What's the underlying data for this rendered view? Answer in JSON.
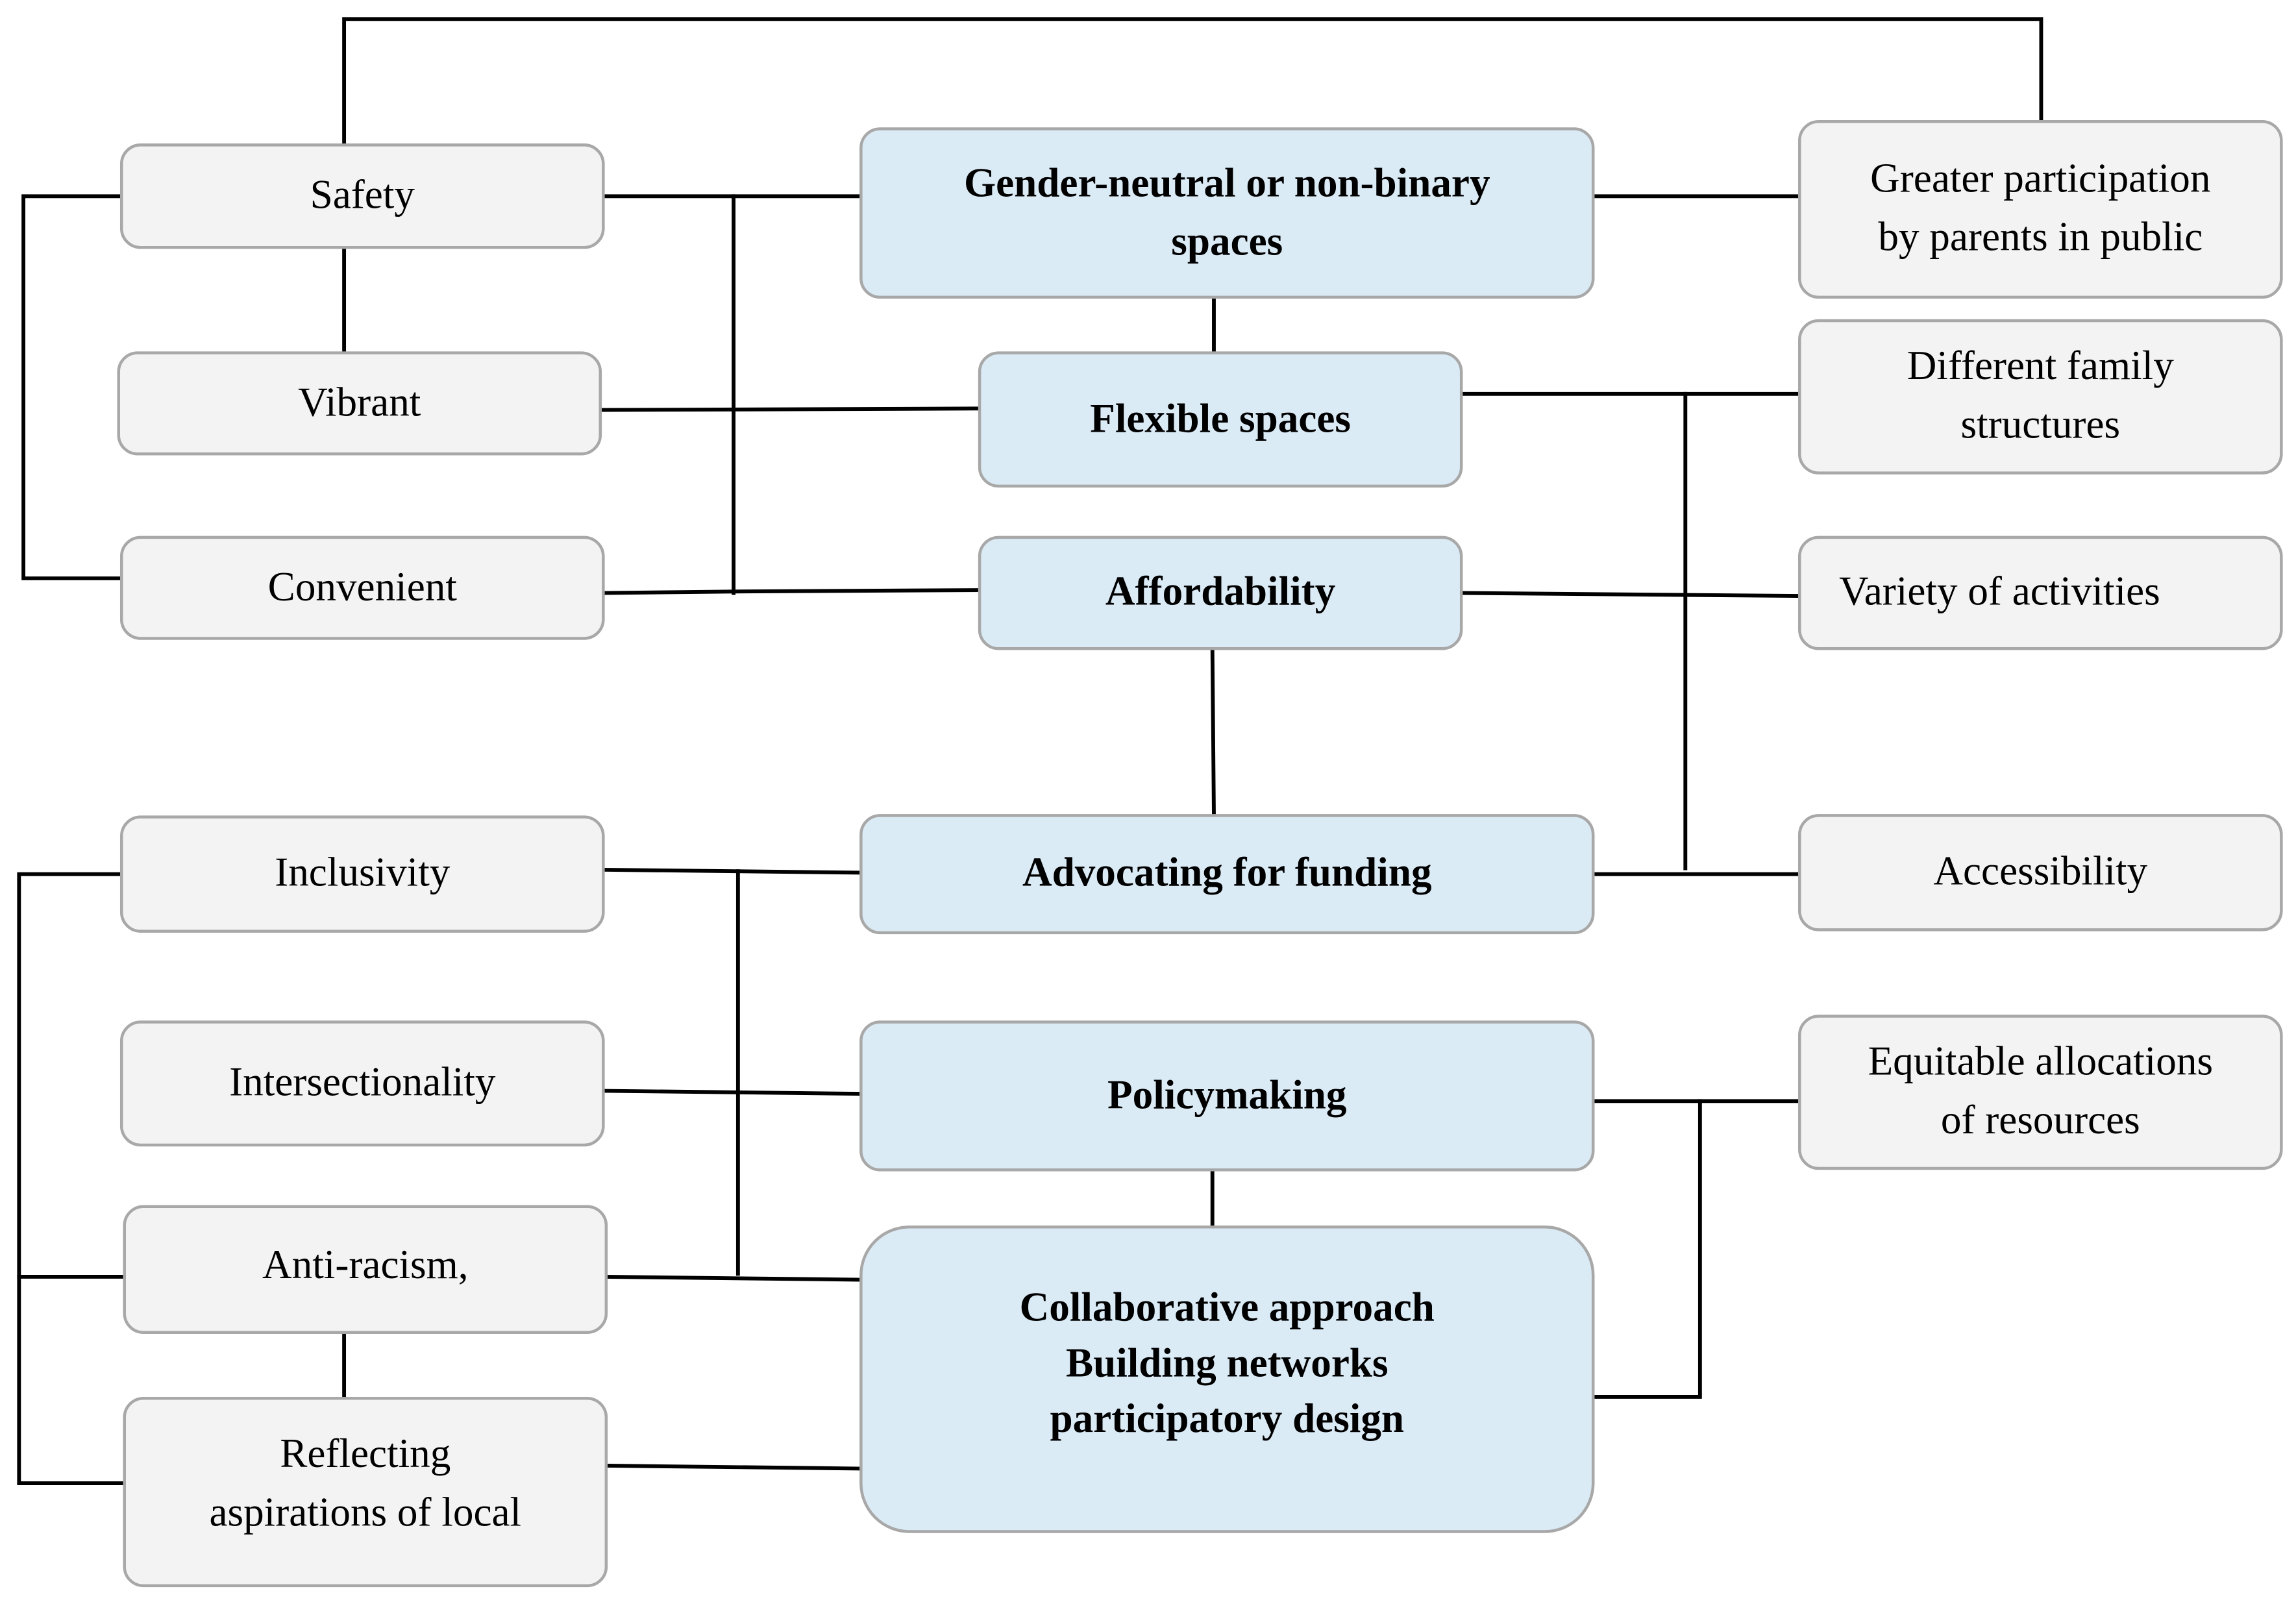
{
  "nodes": {
    "safety": "Safety",
    "vibrant": "Vibrant",
    "convenient": "Convenient",
    "inclusivity": "Inclusivity",
    "intersectionality": "Intersectionality",
    "anti_racism": "Anti-racism,",
    "reflecting": "Reflecting\naspirations of local",
    "gender_neutral": "Gender-neutral or non-binary\nspaces",
    "flexible_spaces": "Flexible spaces",
    "affordability": "Affordability",
    "advocating_funding": "Advocating for funding",
    "policymaking": "Policymaking",
    "collaborative": "Collaborative approach\nBuilding networks\nparticipatory design",
    "greater_participation": "Greater participation\nby parents in public",
    "different_family": "Different family\nstructures",
    "variety_activities": "Variety of activities",
    "accessibility": "Accessibility",
    "equitable_allocations": "Equitable allocations\nof resources"
  },
  "colors": {
    "core_fill": "#dbebf6",
    "side_fill": "#f3f3f3",
    "border": "#a8a8a8",
    "line": "#000000"
  }
}
